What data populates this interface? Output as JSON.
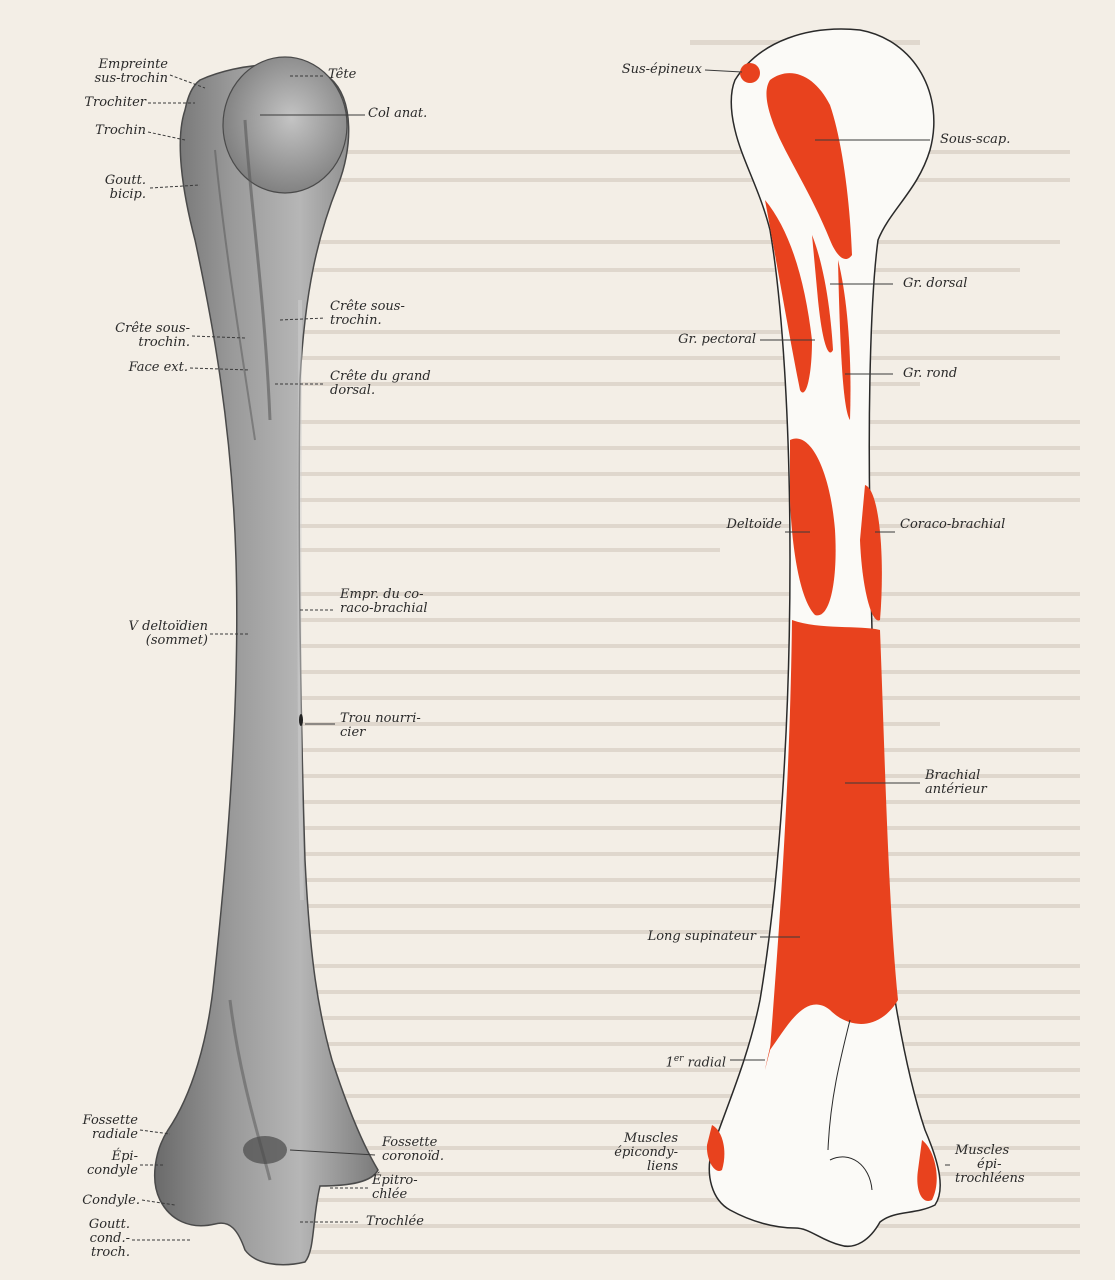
{
  "colors": {
    "paper": "#f3eee6",
    "bone_dark": "#6e6e6e",
    "bone_light": "#a8a8a8",
    "muscle": "#e8421e",
    "ink": "#2a2a2a"
  },
  "left_plate": {
    "labels": {
      "empreinte": [
        "Empreinte",
        "sus-trochin"
      ],
      "trochiter": "Trochiter",
      "trochin": "Trochin",
      "goutt_bicip": [
        "Goutt.",
        "bicip."
      ],
      "tete": "Tête",
      "col_anat": "Col anat.",
      "crete_sous_trochin_r": [
        "Crête sous-",
        "trochin."
      ],
      "crete_sous_trochin_l": [
        "Crête sous-",
        "trochin."
      ],
      "face_ext": "Face ext.",
      "crete_grand_dorsal": [
        "Crête du grand",
        "dorsal."
      ],
      "empr_coraco": [
        "Empr. du co-",
        "raco-brachial"
      ],
      "v_deltoidien": [
        "V deltoïdien",
        "(sommet)"
      ],
      "trou_nourricier": [
        "Trou nourri-",
        "cier"
      ],
      "fossette_radiale": [
        "Fossette",
        "radiale"
      ],
      "epicondyle": [
        "Épi-",
        "condyle"
      ],
      "condyle": "Condyle.",
      "goutt_cond_troch": [
        "Goutt.",
        "cond.-",
        "troch."
      ],
      "fossette_coronoid": [
        "Fossette",
        "coronoïd."
      ],
      "epitrochlee": [
        "Épitro-",
        "chlée"
      ],
      "trochlee": "Trochlée"
    }
  },
  "right_plate": {
    "labels": {
      "sus_epineux": "Sus-épineux",
      "sous_scap": "Sous-scap.",
      "gr_dorsal": "Gr. dorsal",
      "gr_pectoral": "Gr. pectoral",
      "gr_rond": "Gr. rond",
      "deltoide": "Deltoïde",
      "coraco_brachial": "Coraco-brachial",
      "brachial_anterieur": [
        "Brachial",
        "antérieur"
      ],
      "long_supinateur": "Long supinateur",
      "premier_radial": [
        "1",
        "er",
        " radial"
      ],
      "muscles_epicondyliens": [
        "Muscles",
        "épicondy-",
        "liens"
      ],
      "muscles_epitrochleens": [
        "Muscles",
        "épi-",
        "trochléens"
      ]
    }
  }
}
